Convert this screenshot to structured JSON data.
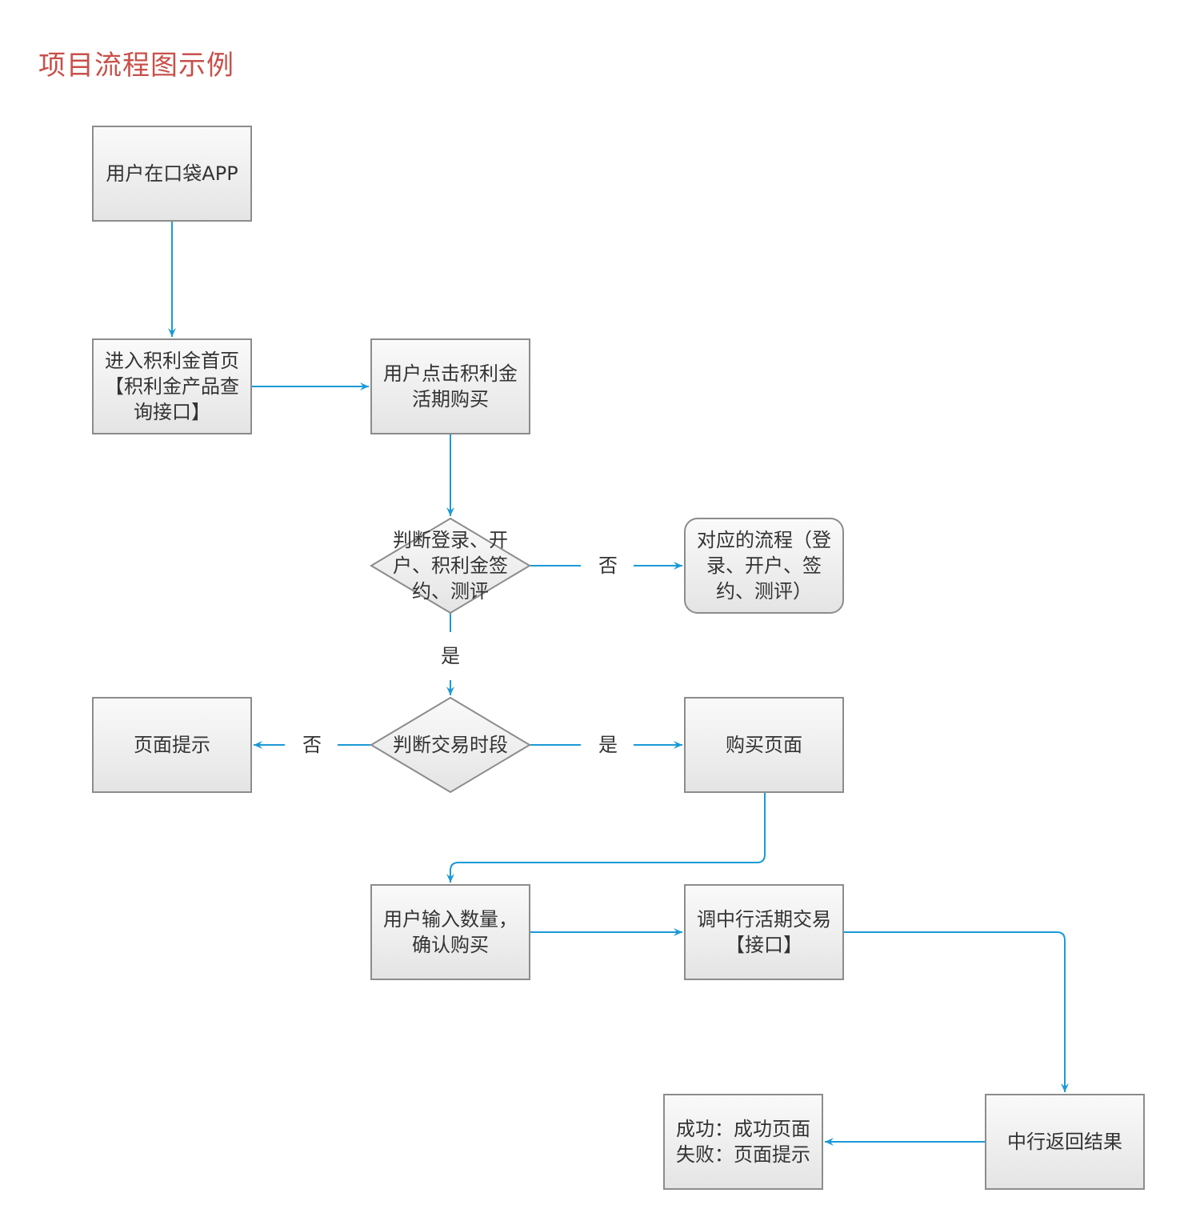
{
  "title": "项目流程图示例",
  "colors": {
    "title": "#c8504a",
    "connector": "#1a9ad6",
    "node_border": "#8c8c8c",
    "node_fill_top": "#fafafa",
    "node_fill_bottom": "#e4e4e4",
    "text": "#333333"
  },
  "nodes": [
    {
      "id": "n1",
      "shape": "rect",
      "lines": [
        "用户在口袋APP"
      ]
    },
    {
      "id": "n2",
      "shape": "rect",
      "lines": [
        "进入积利金首页",
        "【积利金产品查",
        "询接口】"
      ]
    },
    {
      "id": "n3",
      "shape": "rect",
      "lines": [
        "用户点击积利金",
        "活期购买"
      ]
    },
    {
      "id": "n4",
      "shape": "diamond",
      "lines": [
        "判断登录、开",
        "户、积利金签",
        "约、测评"
      ]
    },
    {
      "id": "n5",
      "shape": "rounded",
      "lines": [
        "对应的流程（登",
        "录、开户、签",
        "约、测评）"
      ]
    },
    {
      "id": "n6",
      "shape": "diamond",
      "lines": [
        "判断交易时段"
      ]
    },
    {
      "id": "n7",
      "shape": "rect",
      "lines": [
        "页面提示"
      ]
    },
    {
      "id": "n8",
      "shape": "rect",
      "lines": [
        "购买页面"
      ]
    },
    {
      "id": "n9",
      "shape": "rect",
      "lines": [
        "用户输入数量，",
        "确认购买"
      ]
    },
    {
      "id": "n10",
      "shape": "rect",
      "lines": [
        "调中行活期交易",
        "【接口】"
      ]
    },
    {
      "id": "n11",
      "shape": "rect",
      "lines": [
        "中行返回结果"
      ]
    },
    {
      "id": "n12",
      "shape": "rect",
      "lines": [
        "成功：成功页面",
        "失败：页面提示"
      ]
    }
  ],
  "edges": [
    {
      "from": "n1",
      "to": "n2",
      "label": ""
    },
    {
      "from": "n2",
      "to": "n3",
      "label": ""
    },
    {
      "from": "n3",
      "to": "n4",
      "label": ""
    },
    {
      "from": "n4",
      "to": "n5",
      "label": "否"
    },
    {
      "from": "n4",
      "to": "n6",
      "label": "是"
    },
    {
      "from": "n6",
      "to": "n7",
      "label": "否"
    },
    {
      "from": "n6",
      "to": "n8",
      "label": "是"
    },
    {
      "from": "n8",
      "to": "n9",
      "label": ""
    },
    {
      "from": "n9",
      "to": "n10",
      "label": ""
    },
    {
      "from": "n10",
      "to": "n11",
      "label": ""
    },
    {
      "from": "n11",
      "to": "n12",
      "label": ""
    }
  ]
}
